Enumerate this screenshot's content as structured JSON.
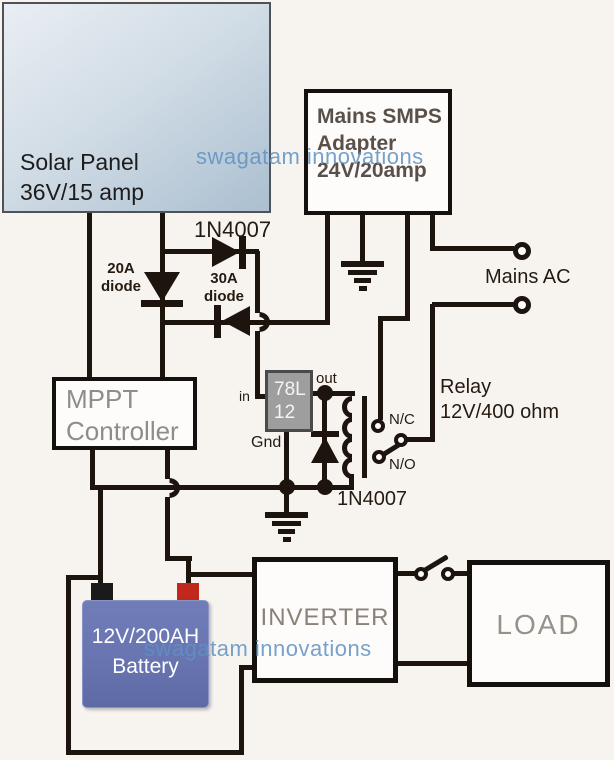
{
  "colors": {
    "background": "#f7f4f0",
    "wire": "#1d140e",
    "box_border": "#14100d",
    "smps_text": "#59504a",
    "block_text_gray": "#8d8d8d",
    "watermark_blue": "#5e92c4",
    "battery_fill": "#6874b0",
    "battery_terminal_red": "#c1271b",
    "battery_terminal_black": "#1a1a1a",
    "panel_text": "#1c1c1c"
  },
  "watermarks": {
    "upper": "swagatam innovations",
    "lower": "swagatam innovations"
  },
  "solar_panel": {
    "line1": "Solar Panel",
    "line2": "36V/15 amp"
  },
  "smps": {
    "line1": "Mains SMPS",
    "line2": "Adapter",
    "line3": "24V/20amp"
  },
  "mppt": {
    "line1": "MPPT",
    "line2": "Controller"
  },
  "regulator": {
    "line1": "78L",
    "line2": "12",
    "pin_in": "in",
    "pin_out": "out",
    "pin_gnd": "Gnd"
  },
  "diodes": {
    "top": "1N4007",
    "d20a_line1": "20A",
    "d20a_line2": "diode",
    "d30a_line1": "30A",
    "d30a_line2": "diode",
    "flyback": "1N4007"
  },
  "relay": {
    "line1": "Relay",
    "line2": "12V/400 ohm",
    "nc": "N/C",
    "no": "N/O"
  },
  "mains_ac": "Mains AC",
  "battery": {
    "line1": "12V/200AH",
    "line2": "Battery"
  },
  "inverter": {
    "label": "INVERTER"
  },
  "load": {
    "label": "LOAD"
  }
}
